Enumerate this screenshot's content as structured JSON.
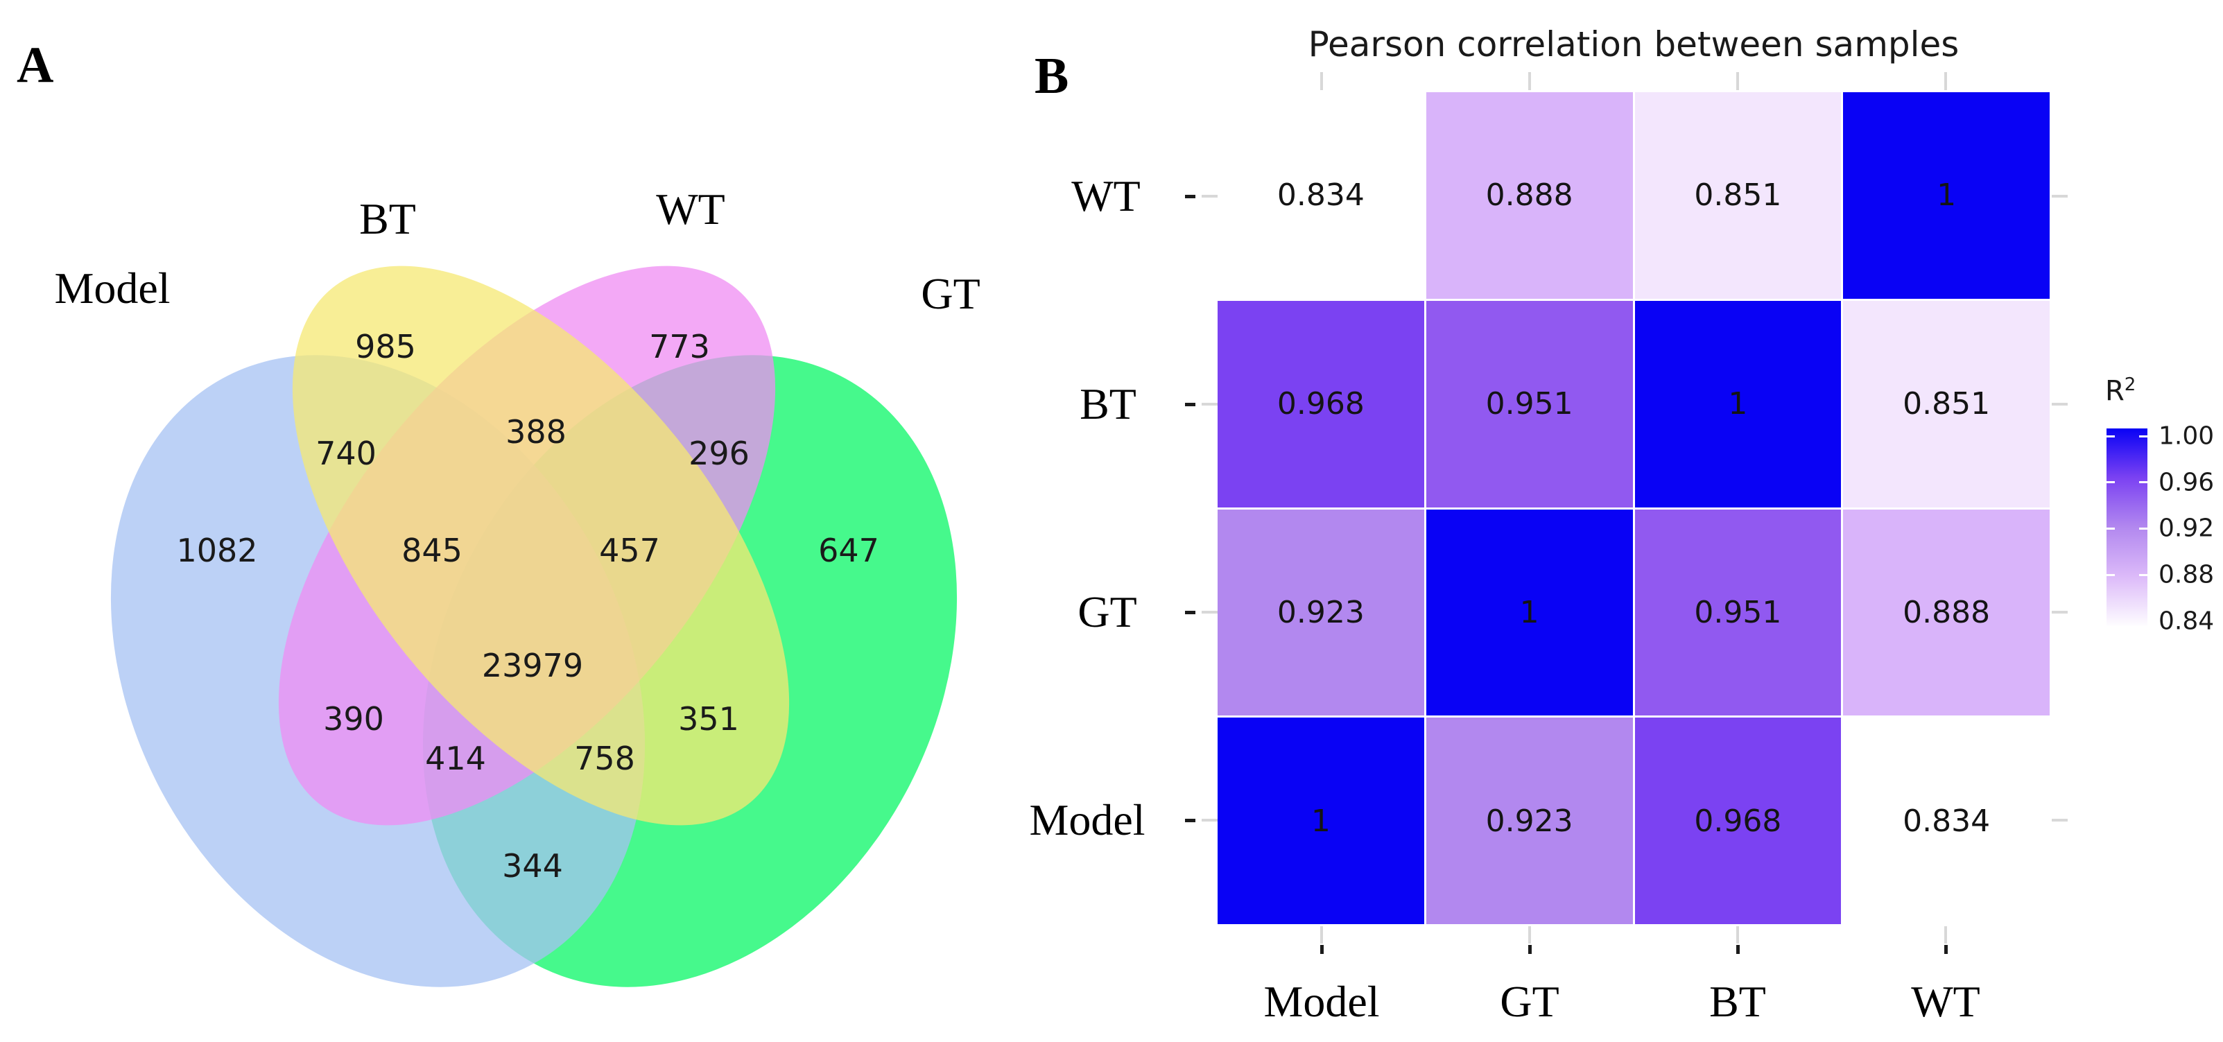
{
  "panelA": {
    "label": "A"
  },
  "panelB": {
    "label": "B"
  },
  "chart_data": [
    {
      "type": "venn",
      "panel": "A",
      "set_labels": [
        {
          "name": "Model"
        },
        {
          "name": "BT"
        },
        {
          "name": "WT"
        },
        {
          "name": "GT"
        }
      ],
      "set_colors": {
        "Model": "#A6C2F3",
        "BT": "#F6E873",
        "WT": "#EF8CF3",
        "GT": "#08F766"
      },
      "regions": [
        {
          "sets": "Model",
          "value": "1082"
        },
        {
          "sets": "BT",
          "value": "985"
        },
        {
          "sets": "WT",
          "value": "773"
        },
        {
          "sets": "GT",
          "value": "647"
        },
        {
          "sets": "Model∩BT",
          "value": "740"
        },
        {
          "sets": "BT∩WT",
          "value": "388"
        },
        {
          "sets": "WT∩GT",
          "value": "296"
        },
        {
          "sets": "Model∩BT∩WT",
          "value": "845"
        },
        {
          "sets": "BT∩WT∩GT",
          "value": "457"
        },
        {
          "sets": "Model∩BT∩WT∩GT",
          "value": "23979"
        },
        {
          "sets": "Model∩WT",
          "value": "390"
        },
        {
          "sets": "BT∩GT",
          "value": "351"
        },
        {
          "sets": "Model∩WT∩GT",
          "value": "414"
        },
        {
          "sets": "Model∩BT∩GT",
          "value": "758"
        },
        {
          "sets": "Model∩GT",
          "value": "344"
        }
      ]
    },
    {
      "type": "heatmap",
      "panel": "B",
      "title": "Pearson correlation between samples",
      "x_categories": [
        "Model",
        "GT",
        "BT",
        "WT"
      ],
      "y_categories": [
        "WT",
        "BT",
        "GT",
        "Model"
      ],
      "rows": [
        {
          "label": "WT",
          "cells": [
            {
              "value": "0.834",
              "color": "#FFFFFF"
            },
            {
              "value": "0.888",
              "color": "#D9B4FA"
            },
            {
              "value": "0.851",
              "color": "#F3E6FD"
            },
            {
              "value": "1",
              "color": "#0902F5"
            }
          ]
        },
        {
          "label": "BT",
          "cells": [
            {
              "value": "0.968",
              "color": "#7B42F2"
            },
            {
              "value": "0.951",
              "color": "#9159F0"
            },
            {
              "value": "1",
              "color": "#0902F5"
            },
            {
              "value": "0.851",
              "color": "#F3E6FD"
            }
          ]
        },
        {
          "label": "GT",
          "cells": [
            {
              "value": "0.923",
              "color": "#B288EF"
            },
            {
              "value": "1",
              "color": "#0902F5"
            },
            {
              "value": "0.951",
              "color": "#9159F0"
            },
            {
              "value": "0.888",
              "color": "#D9B4FA"
            }
          ]
        },
        {
          "label": "Model",
          "cells": [
            {
              "value": "1",
              "color": "#0902F5"
            },
            {
              "value": "0.923",
              "color": "#B288EF"
            },
            {
              "value": "0.968",
              "color": "#7B42F2"
            },
            {
              "value": "0.834",
              "color": "#FFFFFF"
            }
          ]
        }
      ],
      "legend": {
        "title_base": "R",
        "title_sup": "2",
        "ticks": [
          "1.00",
          "0.96",
          "0.92",
          "0.88",
          "0.84"
        ],
        "min": 0.84,
        "max": 1.0,
        "color_high": "#0902F5",
        "color_low": "#FFFFFF"
      }
    }
  ]
}
